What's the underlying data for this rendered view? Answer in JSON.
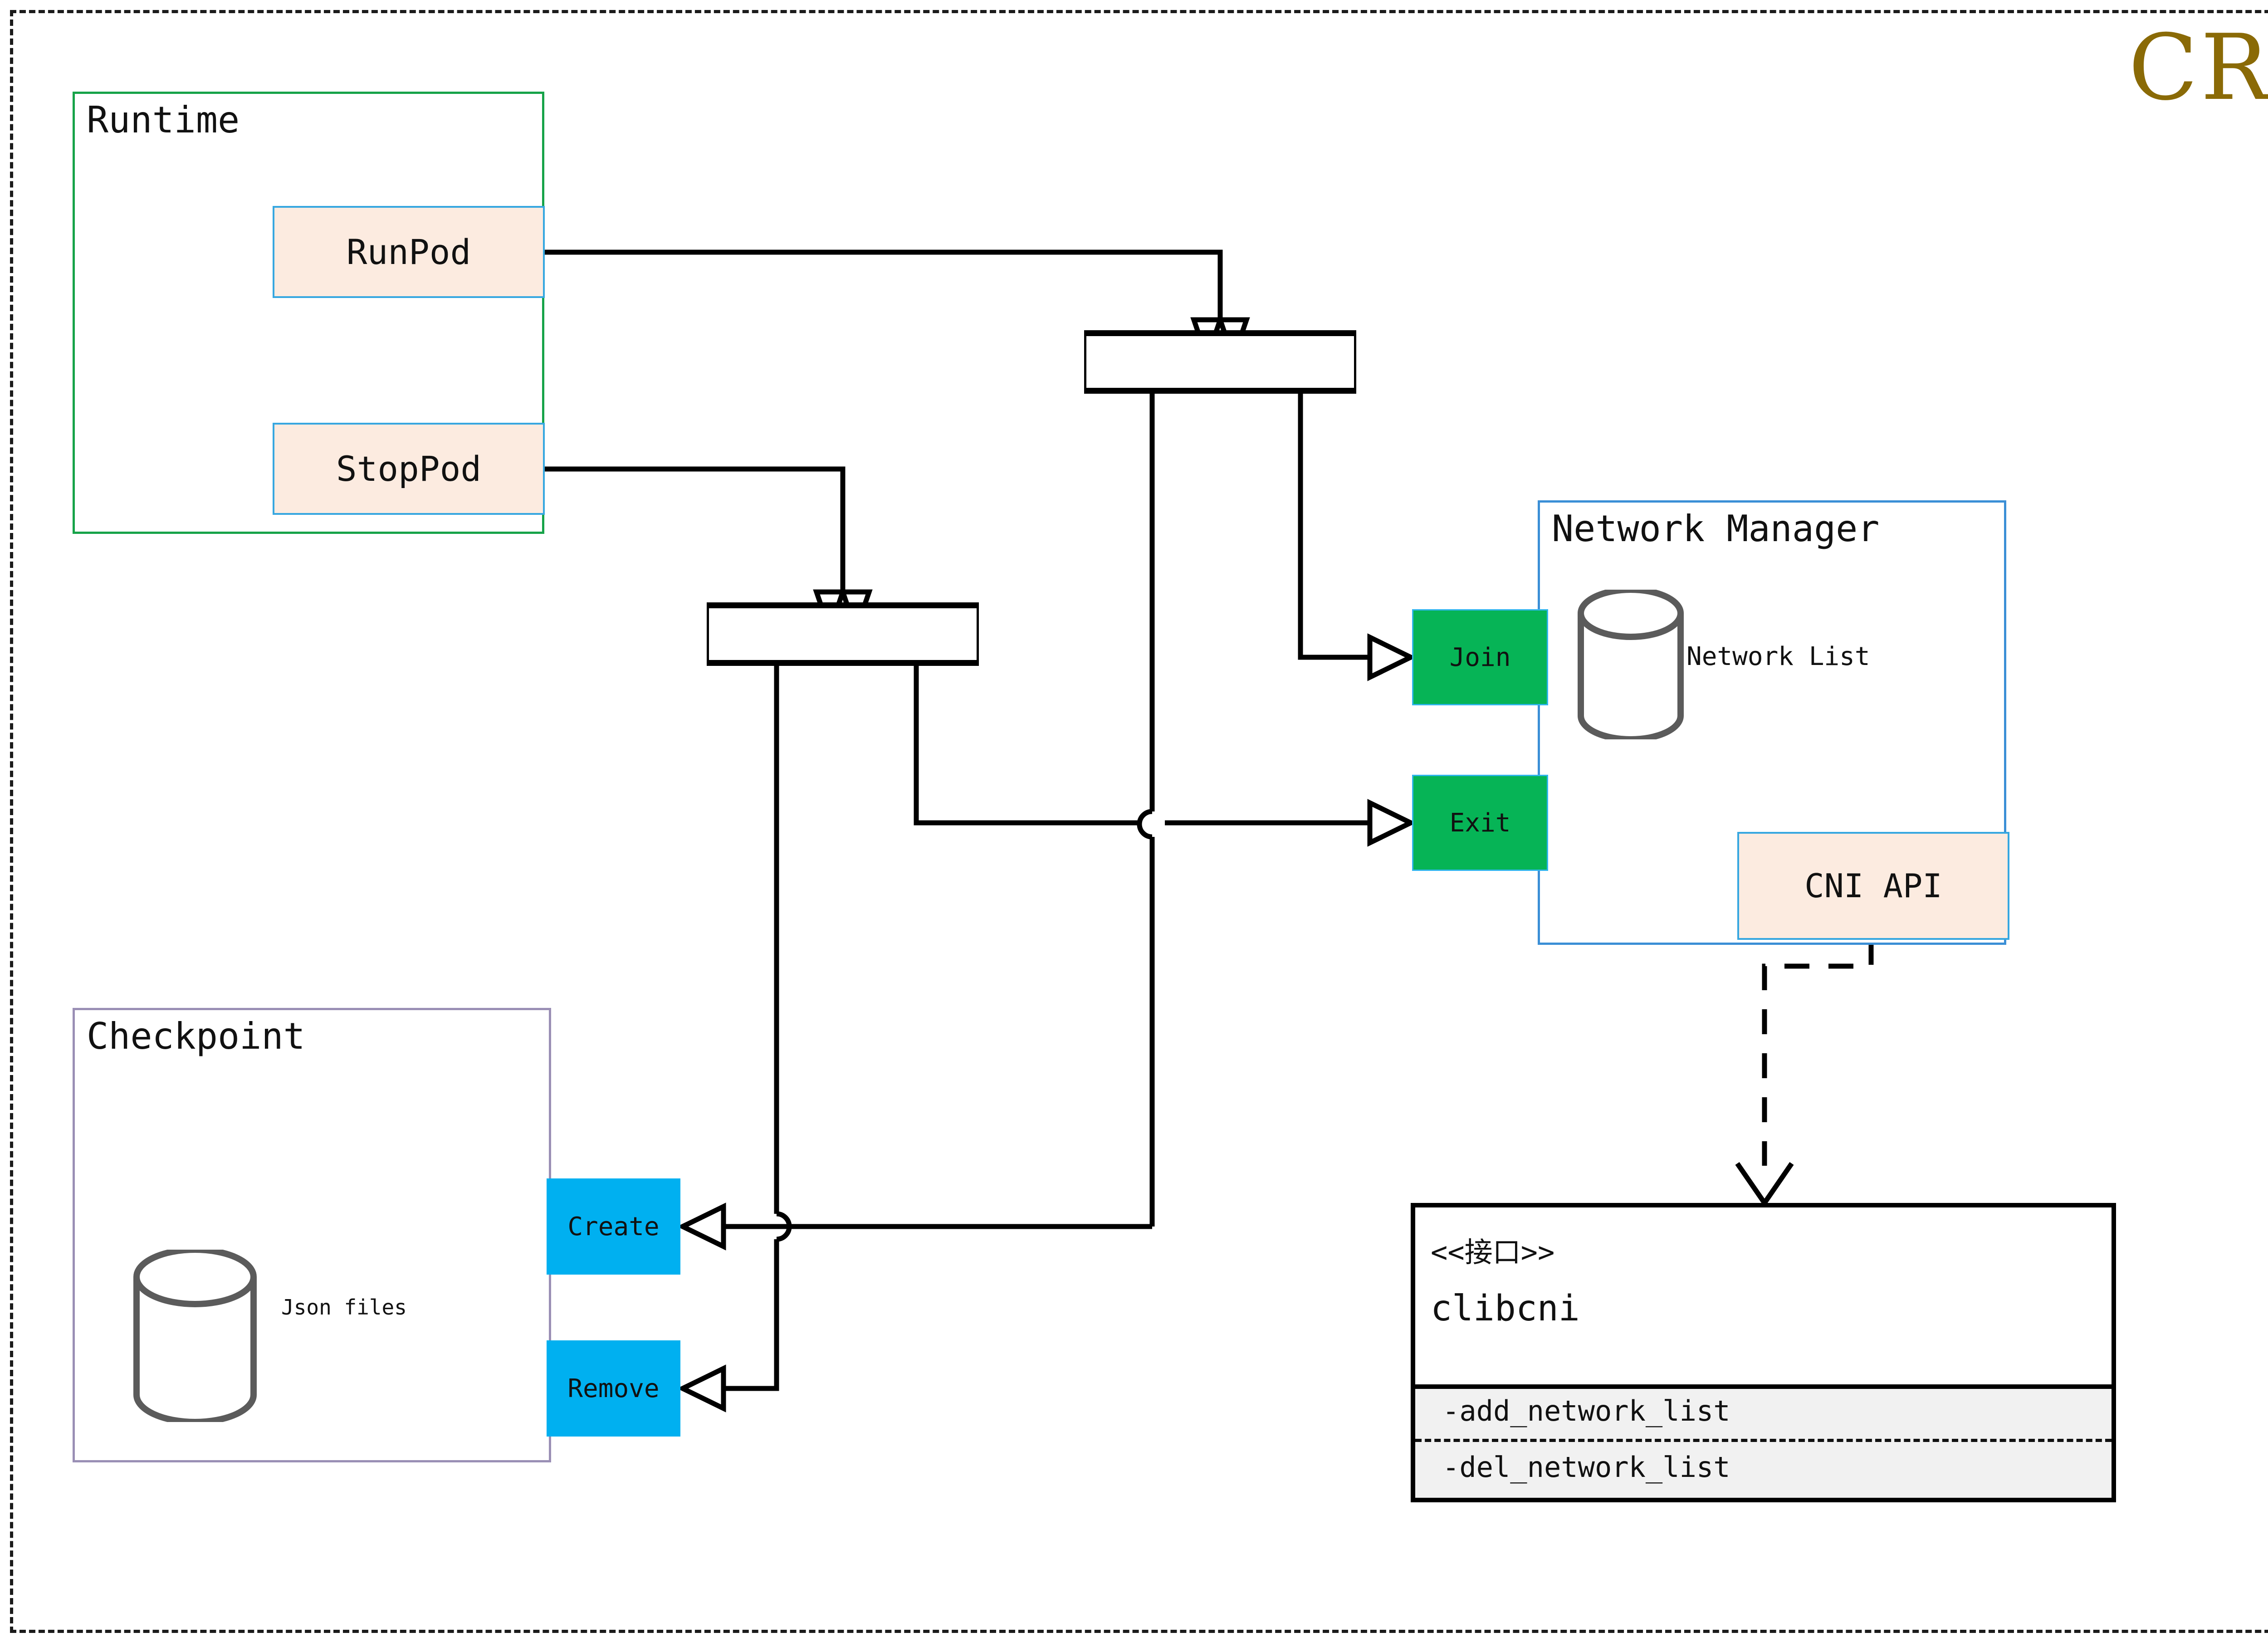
{
  "title": "CRI",
  "title_color": "#8a6a06",
  "packages": {
    "runtime": {
      "label": "Runtime",
      "border_color": "#17a349"
    },
    "checkpoint": {
      "label": "Checkpoint",
      "border_color": "#9a8fb5"
    },
    "network_manager": {
      "label": "Network Manager",
      "border_color": "#3b8fd6"
    }
  },
  "actions": {
    "runpod": {
      "label": "RunPod",
      "fill": "#fcebe0",
      "border": "#37a7e0"
    },
    "stoppod": {
      "label": "StopPod",
      "fill": "#fcebe0",
      "border": "#37a7e0"
    },
    "join": {
      "label": "Join",
      "fill": "#06b456"
    },
    "exit": {
      "label": "Exit",
      "fill": "#06b456"
    },
    "cni_api": {
      "label": "CNI API",
      "fill": "#fcebe0",
      "border": "#37a7e0"
    },
    "create": {
      "label": "Create",
      "fill": "#00b0f0"
    },
    "remove": {
      "label": "Remove",
      "fill": "#00b0f0"
    }
  },
  "stores": {
    "network_list": {
      "label": "Network List",
      "icon": "database-cylinder"
    },
    "json_files": {
      "label": "Json files",
      "icon": "database-cylinder"
    }
  },
  "interface": {
    "stereotype": "<<接口>>",
    "name": "clibcni",
    "methods": [
      "-add_network_list",
      "-del_network_list"
    ],
    "body_fill": "#f1f1f1"
  },
  "edges": [
    {
      "from": "runpod",
      "to": "fork-top",
      "style": "solid",
      "arrow": "hollow-triangle"
    },
    {
      "from": "stoppod",
      "to": "fork-bot",
      "style": "solid",
      "arrow": "hollow-triangle"
    },
    {
      "from": "fork-top",
      "to": "join",
      "style": "solid",
      "arrow": "hollow-triangle"
    },
    {
      "from": "fork-top",
      "to": "create",
      "style": "solid",
      "arrow": "hollow-triangle"
    },
    {
      "from": "fork-bot",
      "to": "exit",
      "style": "solid",
      "arrow": "hollow-triangle"
    },
    {
      "from": "fork-bot",
      "to": "remove",
      "style": "solid",
      "arrow": "hollow-triangle"
    },
    {
      "from": "cni_api",
      "to": "clibcni",
      "style": "dashed",
      "arrow": "open-v"
    }
  ]
}
